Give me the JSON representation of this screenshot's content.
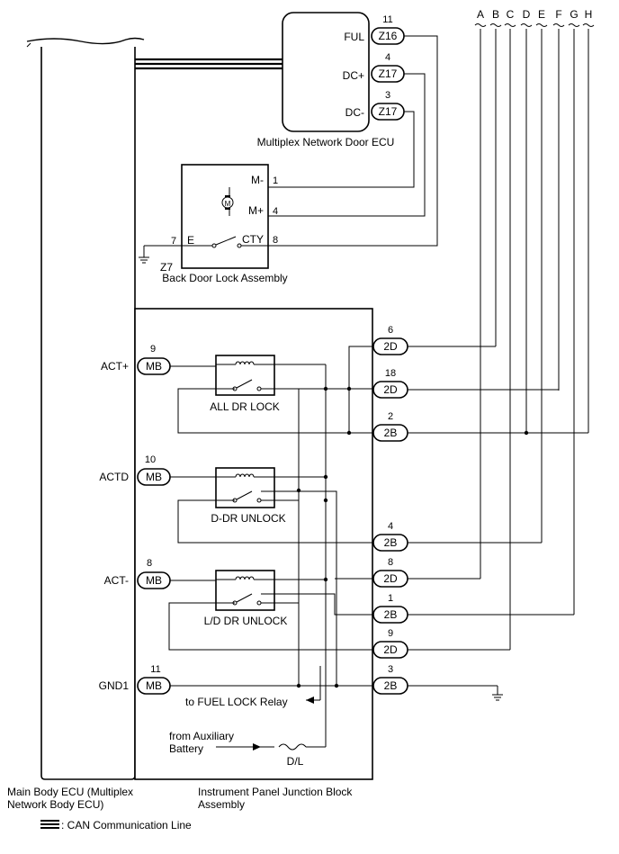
{
  "bus_letters": [
    "A",
    "B",
    "C",
    "D",
    "E",
    "F",
    "G",
    "H"
  ],
  "door_ecu": {
    "title": "Multiplex Network Door ECU",
    "pins": [
      {
        "label": "FUL",
        "connector": "Z16",
        "pin": "11"
      },
      {
        "label": "DC+",
        "connector": "Z17",
        "pin": "4"
      },
      {
        "label": "DC-",
        "connector": "Z17",
        "pin": "3"
      }
    ]
  },
  "back_door": {
    "title": "Back Door Lock Assembly",
    "connector": "Z7",
    "motor_symbol": "M",
    "pins": [
      {
        "label": "M-",
        "pin": "1"
      },
      {
        "label": "M+",
        "pin": "4"
      },
      {
        "label": "E",
        "pin": "7"
      },
      {
        "label": "CTY",
        "pin": "8"
      }
    ]
  },
  "main_body_ecu": {
    "title_line1": "Main Body ECU (Multiplex",
    "title_line2": "Network Body ECU)",
    "terminals": [
      {
        "label": "ACT+",
        "connector": "MB",
        "pin": "9"
      },
      {
        "label": "ACTD",
        "connector": "MB",
        "pin": "10"
      },
      {
        "label": "ACT-",
        "connector": "MB",
        "pin": "8"
      },
      {
        "label": "GND1",
        "connector": "MB",
        "pin": "11"
      }
    ]
  },
  "junction_block": {
    "title_line1": "Instrument Panel Junction Block",
    "title_line2": "Assembly",
    "relays": [
      "ALL DR LOCK",
      "D-DR UNLOCK",
      "L/D DR UNLOCK"
    ],
    "fuse": "D/L",
    "to_fuel": "to FUEL LOCK Relay",
    "from_aux_line1": "from Auxiliary",
    "from_aux_line2": "Battery",
    "outputs": [
      {
        "connector": "2D",
        "pin": "6"
      },
      {
        "connector": "2D",
        "pin": "18"
      },
      {
        "connector": "2B",
        "pin": "2"
      },
      {
        "connector": "2B",
        "pin": "4"
      },
      {
        "connector": "2D",
        "pin": "8"
      },
      {
        "connector": "2B",
        "pin": "1"
      },
      {
        "connector": "2D",
        "pin": "9"
      },
      {
        "connector": "2B",
        "pin": "3"
      }
    ]
  },
  "legend": {
    "can_line": ": CAN Communication Line"
  }
}
